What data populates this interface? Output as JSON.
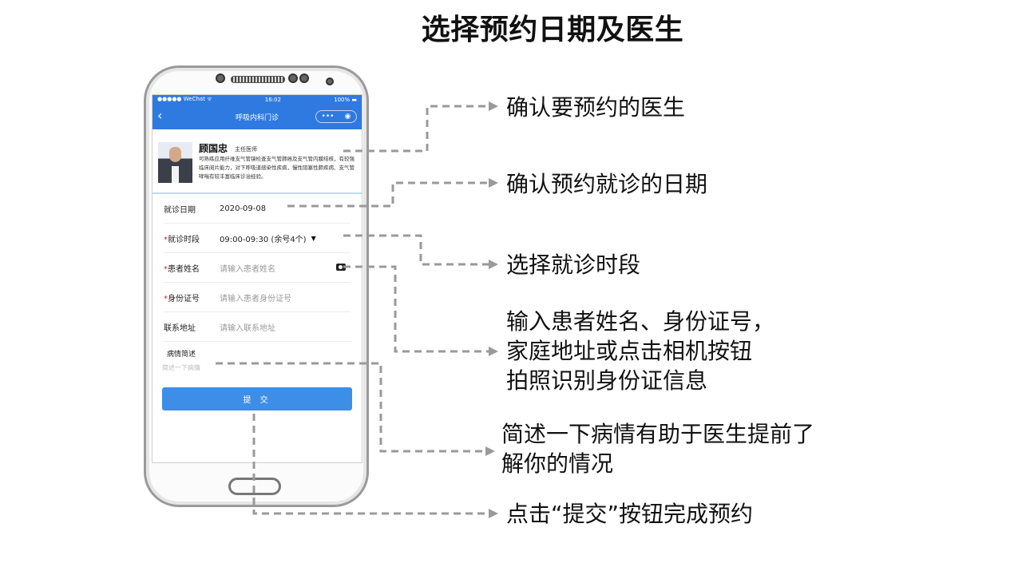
{
  "title": "选择预约日期及医生",
  "phone": {
    "status": {
      "left": "●●●●● WeChat ᯤ",
      "time": "16:02",
      "battery": "100% ▬"
    },
    "nav": {
      "back": "‹",
      "title": "呼吸内科门诊",
      "more": "•••",
      "close": "◉"
    },
    "doctor": {
      "name": "顾国忠",
      "title": "主任医师",
      "description": "可熟练应用纤维支气管镜检查支气管肺癌及支气管内膜结核，有较强临床阅片能力，对下呼吸道感染性疾病，慢性阻塞性肺疾病、支气管哮喘有较丰富临床诊治经验。"
    },
    "form": {
      "date_label": "就诊日期",
      "date_value": "2020-09-08",
      "required_mark": "*",
      "time_label": "就诊时段",
      "time_value": "09:00-09:30 (余号4个)",
      "time_caret": "▼",
      "name_label": "患者姓名",
      "name_placeholder": "请输入患者姓名",
      "id_label": "身份证号",
      "id_placeholder": "请输入患者身份证号",
      "address_label": "联系地址",
      "address_placeholder": "请输入联系地址",
      "desc_label": "病情简述",
      "desc_placeholder": "简述一下病情",
      "submit": "提 交"
    }
  },
  "annotations": {
    "confirm_doctor": "确认要预约的医生",
    "confirm_date": "确认预约就诊的日期",
    "select_time": "选择就诊时段",
    "input_info_1": "输入患者姓名、身份证号，",
    "input_info_2": "家庭地址或点击相机按钮",
    "input_info_3": "拍照识别身份证信息",
    "describe_1": "简述一下病情有助于医生提前了",
    "describe_2": "解你的情况",
    "submit_hint": "点击“提交”按钮完成预约"
  },
  "colors": {
    "accent": "#2f7ae0",
    "submit": "#3d8ee6",
    "required": "#e0242a",
    "arrow": "#9a9a9a"
  }
}
